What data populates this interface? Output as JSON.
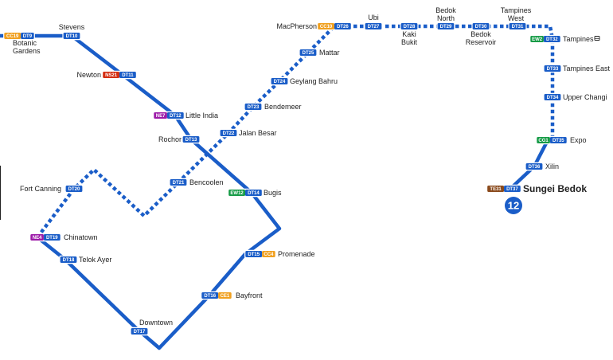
{
  "line": {
    "number": "12",
    "color": "#1a5dc8"
  },
  "line_colors": {
    "DT": "#1a5dc8",
    "CC": "#f0a020",
    "NS": "#d42e12",
    "NE": "#9c1aa8",
    "EW": "#159b46",
    "CE": "#f0a020",
    "CG": "#159b46",
    "TE": "#8a4a1c"
  },
  "stations": [
    {
      "id": "botanic-gardens",
      "label": "Botanic\nGardens",
      "codes": [
        "CC19",
        "DT9"
      ]
    },
    {
      "id": "stevens",
      "label": "Stevens",
      "codes": [
        "DT10"
      ]
    },
    {
      "id": "newton",
      "label": "Newton",
      "codes": [
        "NS21",
        "DT11"
      ]
    },
    {
      "id": "little-india",
      "label": "Little India",
      "codes": [
        "NE7",
        "DT12"
      ]
    },
    {
      "id": "rochor",
      "label": "Rochor",
      "codes": [
        "DT13"
      ]
    },
    {
      "id": "bugis",
      "label": "Bugis",
      "codes": [
        "EW12",
        "DT14"
      ]
    },
    {
      "id": "promenade",
      "label": "Promenade",
      "codes": [
        "DT15",
        "CC4"
      ]
    },
    {
      "id": "bayfront",
      "label": "Bayfront",
      "codes": [
        "DT16",
        "CE1"
      ]
    },
    {
      "id": "downtown",
      "label": "Downtown",
      "codes": [
        "DT17"
      ]
    },
    {
      "id": "telok-ayer",
      "label": "Telok Ayer",
      "codes": [
        "DT18"
      ]
    },
    {
      "id": "chinatown",
      "label": "Chinatown",
      "codes": [
        "NE4",
        "DT19"
      ]
    },
    {
      "id": "fort-canning",
      "label": "Fort Canning",
      "codes": [
        "DT20"
      ]
    },
    {
      "id": "bencoolen",
      "label": "Bencoolen",
      "codes": [
        "DT21"
      ]
    },
    {
      "id": "jalan-besar",
      "label": "Jalan Besar",
      "codes": [
        "DT22"
      ]
    },
    {
      "id": "bendemeer",
      "label": "Bendemeer",
      "codes": [
        "DT23"
      ]
    },
    {
      "id": "geylang-bahru",
      "label": "Geylang Bahru",
      "codes": [
        "DT24"
      ]
    },
    {
      "id": "mattar",
      "label": "Mattar",
      "codes": [
        "DT25"
      ]
    },
    {
      "id": "macpherson",
      "label": "MacPherson",
      "codes": [
        "CC10",
        "DT26"
      ]
    },
    {
      "id": "ubi",
      "label": "Ubi",
      "codes": [
        "DT27"
      ]
    },
    {
      "id": "kaki-bukit",
      "label": "Kaki\nBukit",
      "codes": [
        "DT28"
      ]
    },
    {
      "id": "bedok-north",
      "label": "Bedok\nNorth",
      "codes": [
        "DT29"
      ]
    },
    {
      "id": "bedok-reservoir",
      "label": "Bedok\nReservoir",
      "codes": [
        "DT30"
      ]
    },
    {
      "id": "tampines-west",
      "label": "Tampines\nWest",
      "codes": [
        "DT31"
      ]
    },
    {
      "id": "tampines",
      "label": "Tampines",
      "codes": [
        "EW2",
        "DT32"
      ]
    },
    {
      "id": "tampines-east",
      "label": "Tampines East",
      "codes": [
        "DT33"
      ]
    },
    {
      "id": "upper-changi",
      "label": "Upper Changi",
      "codes": [
        "DT34"
      ]
    },
    {
      "id": "expo",
      "label": "Expo",
      "codes": [
        "CG1",
        "DT35"
      ]
    },
    {
      "id": "xilin",
      "label": "Xilin",
      "codes": [
        "DT36"
      ]
    },
    {
      "id": "sungei-bedok",
      "label": "Sungei Bedok",
      "codes": [
        "TE31",
        "DT37"
      ]
    }
  ]
}
